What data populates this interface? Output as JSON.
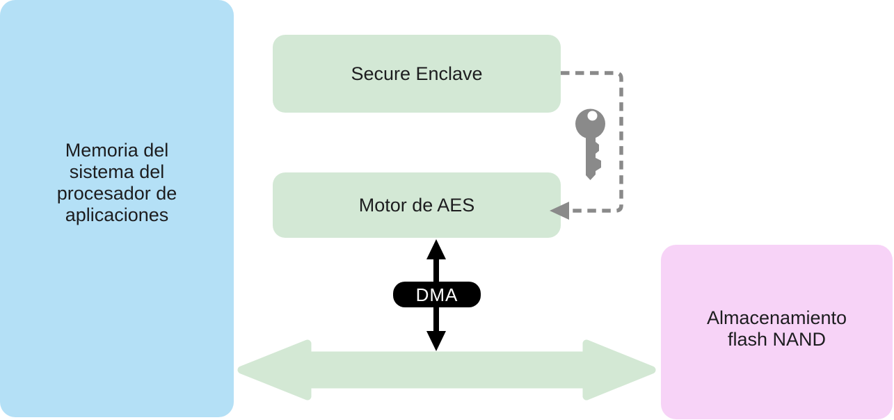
{
  "diagram": {
    "memory_box": {
      "lines": [
        "Memoria del",
        "sistema del",
        "procesador de",
        "aplicaciones"
      ]
    },
    "secure_enclave_box": {
      "label": "Secure Enclave"
    },
    "aes_engine_box": {
      "label": "Motor de AES"
    },
    "nand_box": {
      "lines": [
        "Almacenamiento",
        "flash NAND"
      ]
    },
    "dma_badge": {
      "label": "DMA"
    },
    "icons": [
      "key-icon",
      "dashed-key-arrow",
      "dma-double-arrow",
      "bus-double-arrow"
    ],
    "colors": {
      "memory_blue": "#b4e0f6",
      "block_green": "#d3e8d5",
      "bus_arrow_green": "#d3e8d4",
      "nand_pink": "#f7d3f7",
      "key_gray": "#8a8a8a",
      "badge_background": "#000000",
      "badge_text": "#ffffff",
      "label_text": "#1d1d1f",
      "background": "#ffffff"
    }
  }
}
